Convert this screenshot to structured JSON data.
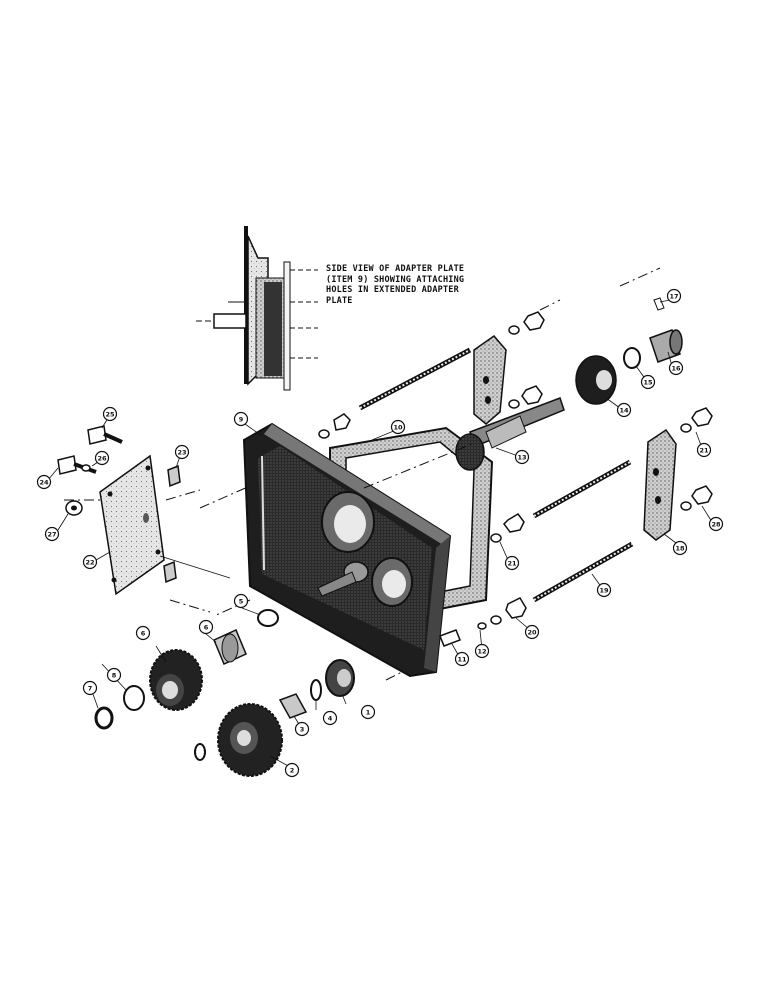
{
  "caption": {
    "line1": "SIDE VIEW OF ADAPTER PLATE",
    "line2": "(ITEM 9) SHOWING ATTACHING",
    "line3": "HOLES IN EXTENDED ADAPTER",
    "line4": "PLATE"
  },
  "callouts": [
    "1",
    "2",
    "3",
    "4",
    "5",
    "6",
    "7",
    "8",
    "9",
    "10",
    "11",
    "12",
    "13",
    "14",
    "15",
    "16",
    "17",
    "18",
    "19",
    "20",
    "21",
    "22",
    "23",
    "24",
    "25",
    "26",
    "27",
    "28"
  ],
  "colors": {
    "ink": "#111111",
    "paper": "#ffffff",
    "stipple": "#9a9a9a"
  }
}
